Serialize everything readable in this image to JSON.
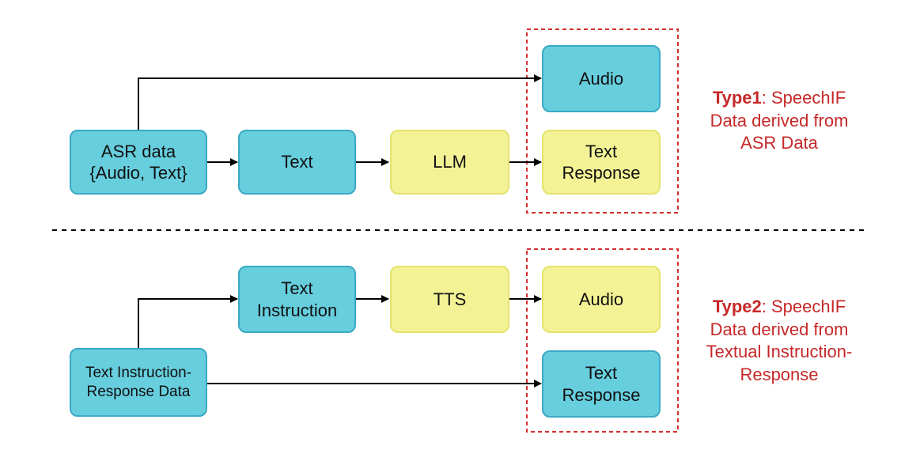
{
  "section1": {
    "nodes": {
      "asr_data": "ASR data\n{Audio, Text}",
      "text": "Text",
      "llm": "LLM",
      "audio": "Audio",
      "text_response": "Text\nResponse"
    },
    "note": {
      "type_label": "Type1",
      "line1": ": SpeechIF",
      "line2": "Data derived from",
      "line3": "ASR Data"
    }
  },
  "section2": {
    "nodes": {
      "source": "Text Instruction-\nResponse Data",
      "text_instruction": "Text\nInstruction",
      "tts": "TTS",
      "audio": "Audio",
      "text_response": "Text\nResponse"
    },
    "note": {
      "type_label": "Type2",
      "line1": ": SpeechIF",
      "line2": "Data derived from",
      "line3": "Textual Instruction-",
      "line4": "Response"
    }
  },
  "colors": {
    "data_node": "#67cede",
    "model_node": "#f3f396",
    "highlight": "#d32f2f",
    "note_text": "#c62828"
  }
}
